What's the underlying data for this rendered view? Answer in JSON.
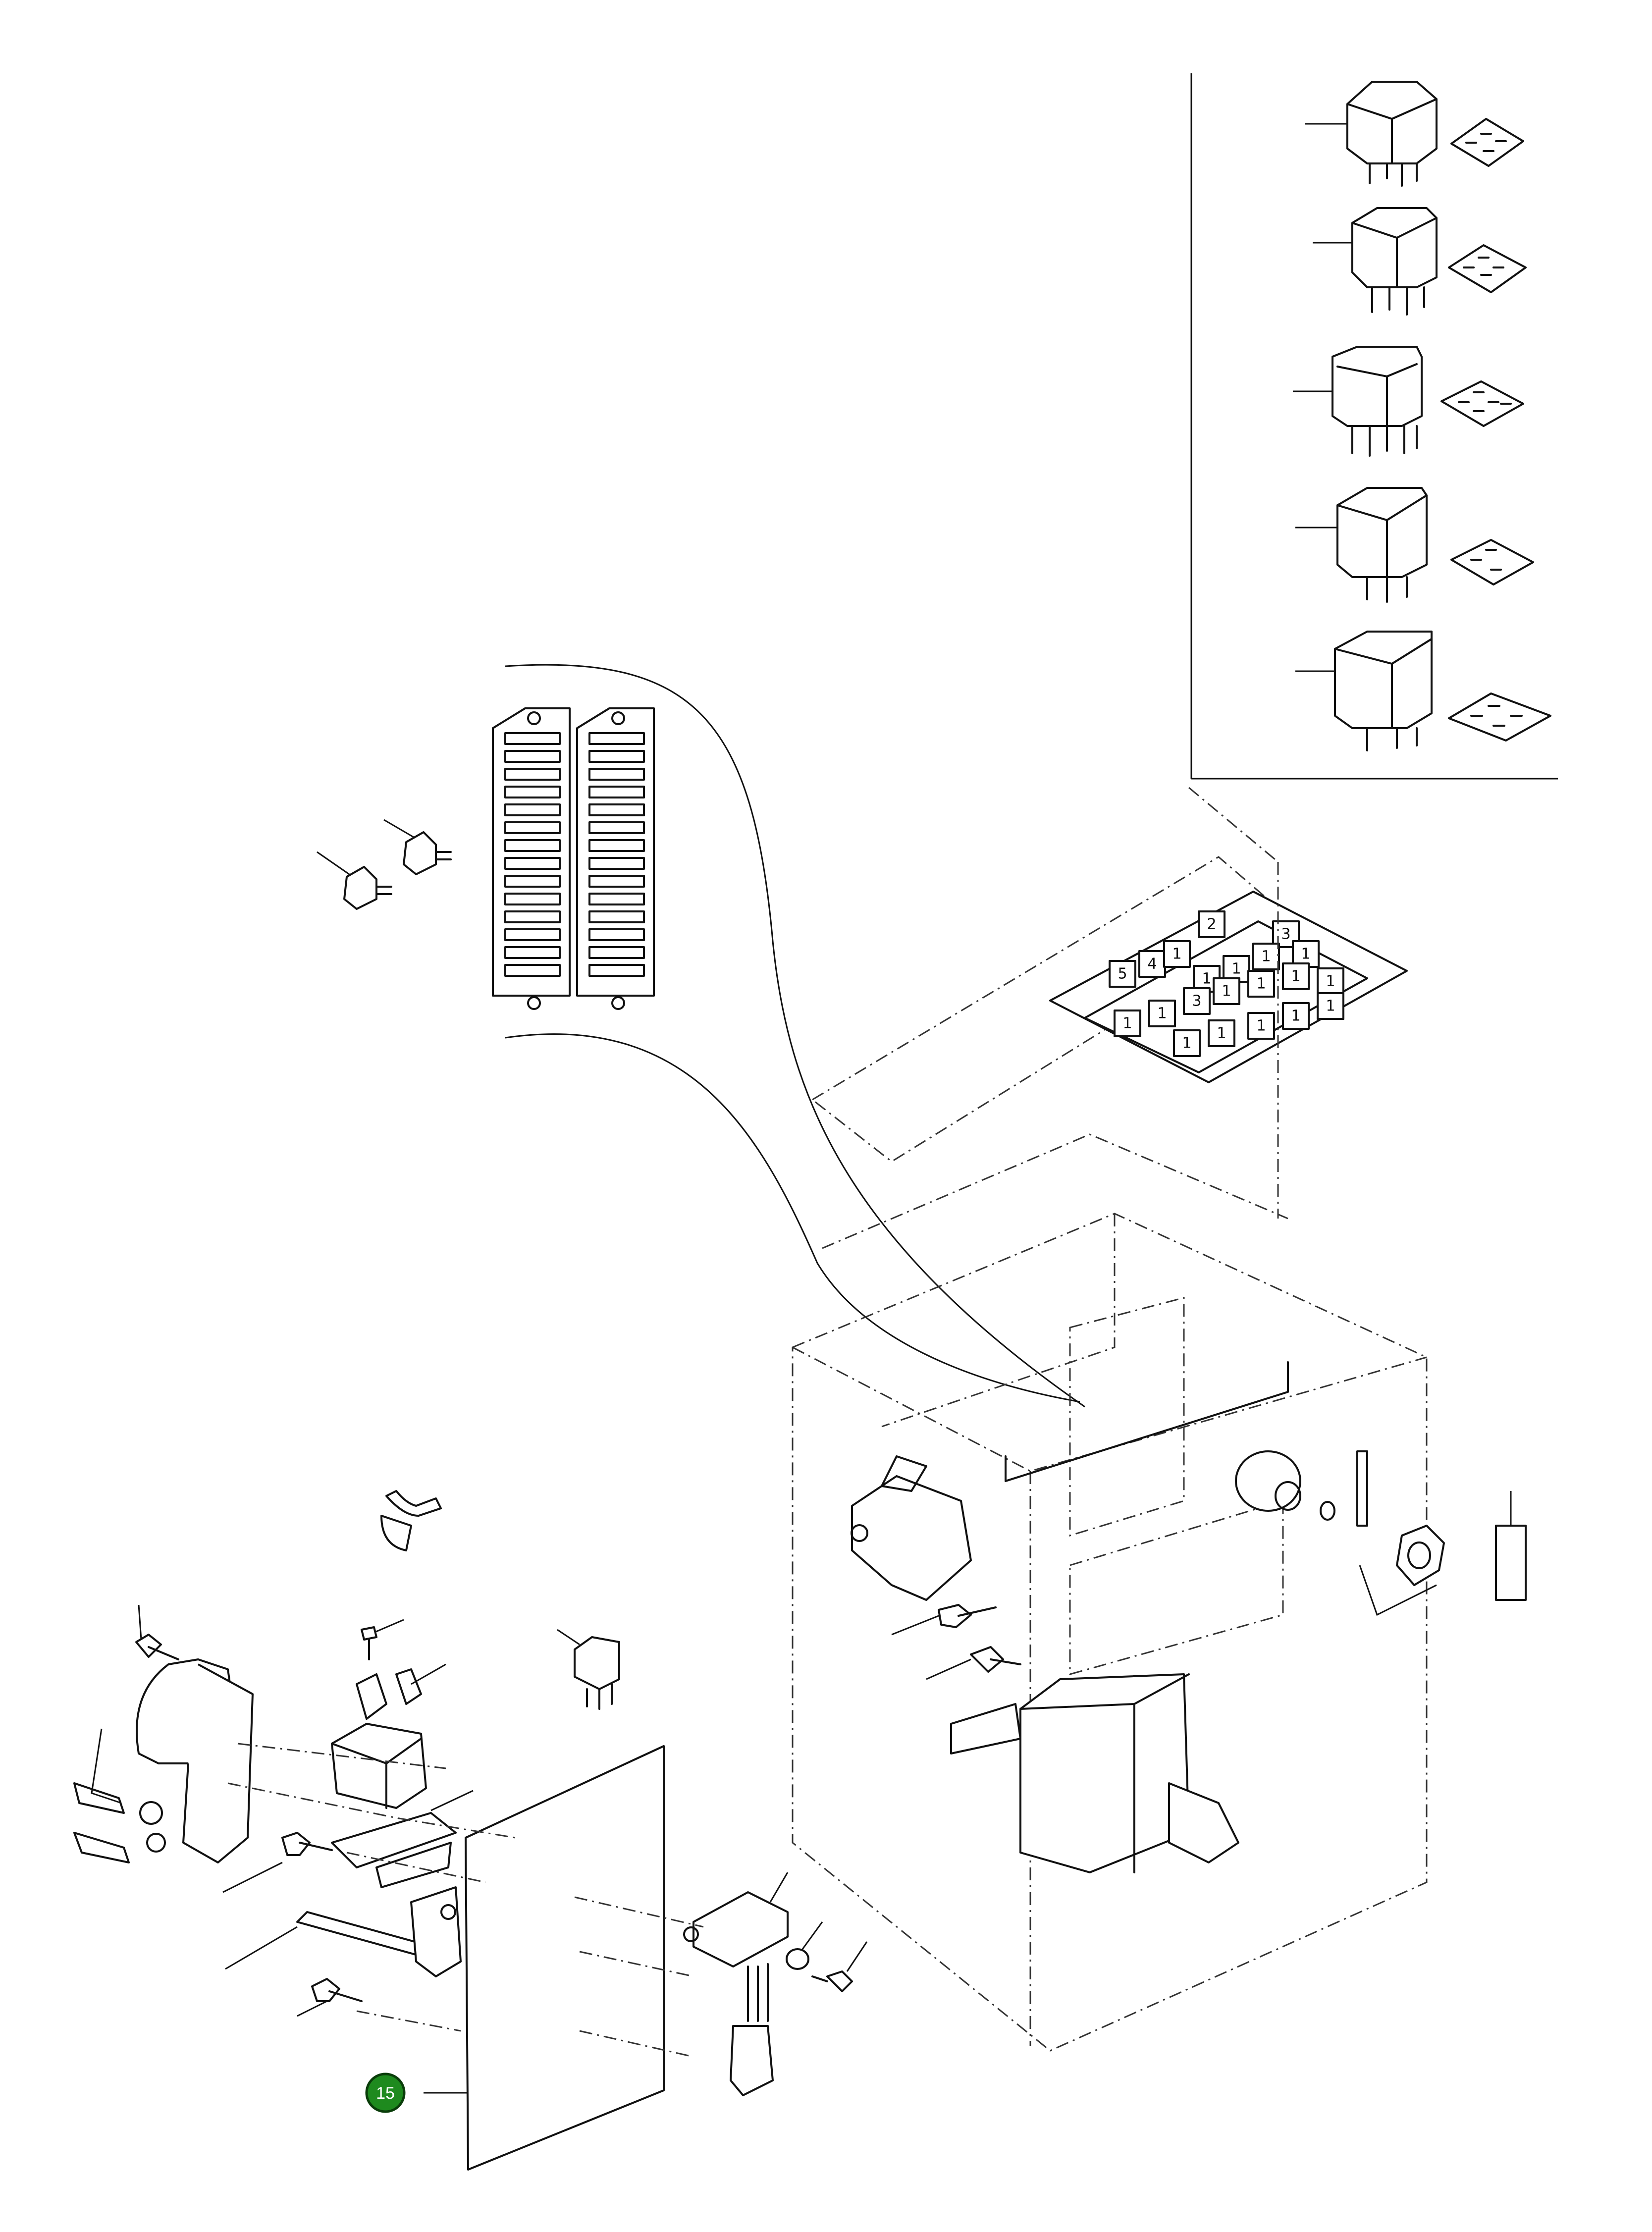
{
  "diagram": {
    "callouts": [
      {
        "label": "15",
        "color": "#1e8a1e"
      }
    ],
    "relay_panel_labels": [
      "2",
      "3",
      "5",
      "4",
      "1",
      "1",
      "1",
      "1",
      "1",
      "1",
      "1",
      "3",
      "1",
      "1",
      "1",
      "1",
      "1",
      "1",
      "1",
      "1",
      "1"
    ],
    "icons": {
      "relay": "relay-icon",
      "fuse_block": "fuse-block-icon",
      "solenoid": "solenoid-icon",
      "bolt": "bolt-icon",
      "nut": "nut-icon",
      "connector": "connector-icon"
    }
  }
}
